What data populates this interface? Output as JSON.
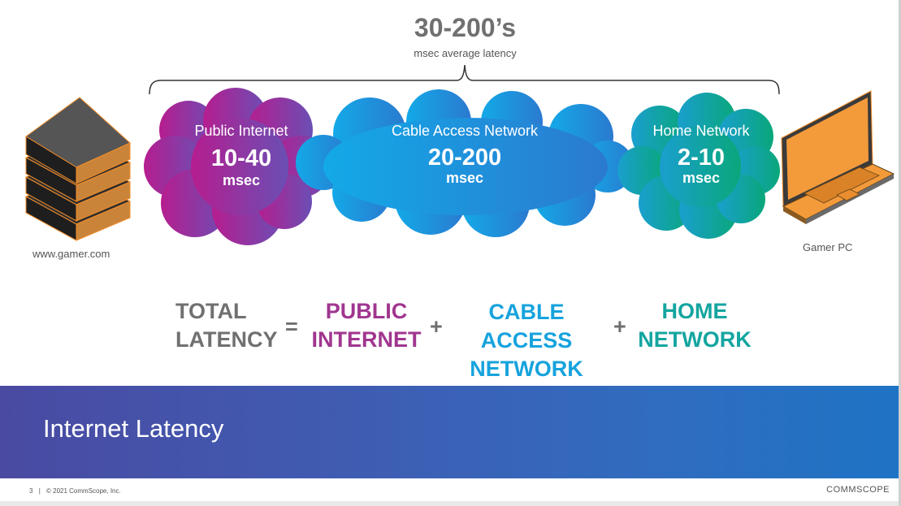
{
  "header": {
    "total_range": "30-200’s",
    "total_caption": "msec average latency"
  },
  "clouds": [
    {
      "name": "Public Internet",
      "value": "10-40",
      "unit": "msec",
      "color_start": "#b61d8f",
      "color_end": "#6a4fb4"
    },
    {
      "name": "Cable Access Network",
      "value": "20-200",
      "unit": "msec",
      "color_start": "#13a9e8",
      "color_end": "#2b7ad0"
    },
    {
      "name": "Home Network",
      "value": "2-10",
      "unit": "msec",
      "color_start": "#1a9fce",
      "color_end": "#09a77a"
    }
  ],
  "devices": {
    "server_label": "www.gamer.com",
    "pc_label": "Gamer PC"
  },
  "equation": {
    "total_line1": "TOTAL",
    "total_line2": "LATENCY",
    "equals": "=",
    "public_line1": "PUBLIC",
    "public_line2": "INTERNET",
    "plus1": "+",
    "cable_line1": "CABLE ACCESS",
    "cable_line2": "NETWORK",
    "plus2": "+",
    "home_line1": "HOME",
    "home_line2": "NETWORK",
    "colors": {
      "total": "#707070",
      "public": "#a0368f",
      "cable": "#17a3dd",
      "home": "#14a5a0"
    }
  },
  "banner": {
    "title": "Internet Latency"
  },
  "footer": {
    "page_number": "3",
    "separator": "|",
    "copyright": "© 2021 CommScope, Inc.",
    "brand": "COMMSCOPE"
  }
}
